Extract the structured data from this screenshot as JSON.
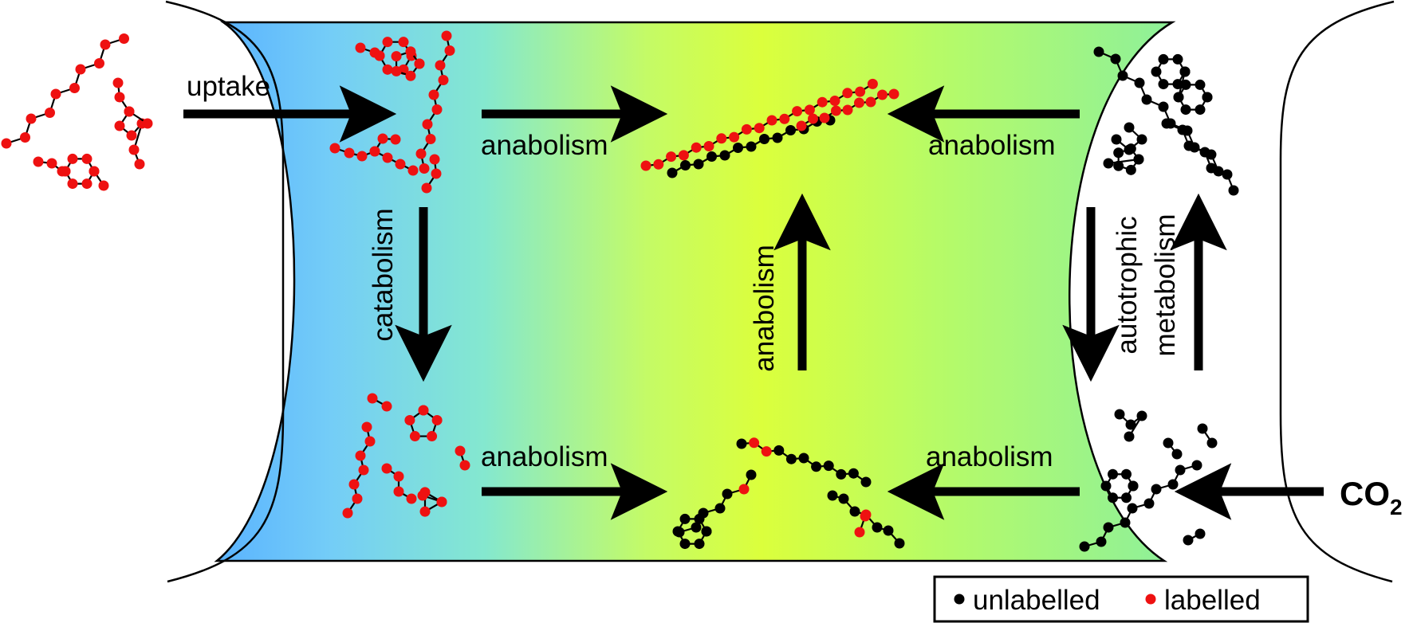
{
  "labels": {
    "uptake": "uptake",
    "anabolism_top_left": "anabolism",
    "anabolism_top_right": "anabolism",
    "anabolism_center": "anabolism",
    "anabolism_bottom_left": "anabolism",
    "anabolism_bottom_right": "anabolism",
    "catabolism": "catabolism",
    "autotrophic_line1": "autotrophic",
    "autotrophic_line2": "metabolism",
    "co2_main": "CO",
    "co2_sub": "2"
  },
  "legend": {
    "unlabelled": "unlabelled",
    "labelled": "labelled"
  },
  "colors": {
    "unlabelled": "#000000",
    "labelled": "#ee1111",
    "gradient_left": "#5ab3ff",
    "gradient_cyan": "#7fe7d6",
    "gradient_mid": "#dcff3a",
    "gradient_right": "#8ef09a"
  }
}
